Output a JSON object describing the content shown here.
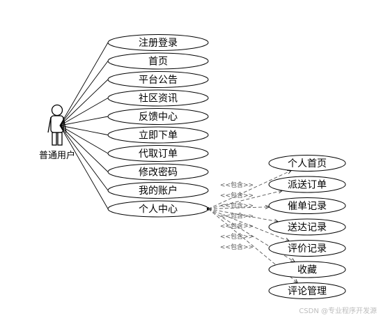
{
  "actor": {
    "name": "普通用户"
  },
  "main_use_cases": [
    "注册登录",
    "首页",
    "平台公告",
    "社区资讯",
    "反馈中心",
    "立即下单",
    "代取订单",
    "修改密码",
    "我的账户",
    "个人中心"
  ],
  "include_label": "<<包含>>",
  "included_use_cases": [
    "个人首页",
    "派送订单",
    "催单记录",
    "送达记录",
    "评价记录",
    "收藏",
    "评论管理"
  ],
  "watermark": "CSDN @专业程序开发源"
}
